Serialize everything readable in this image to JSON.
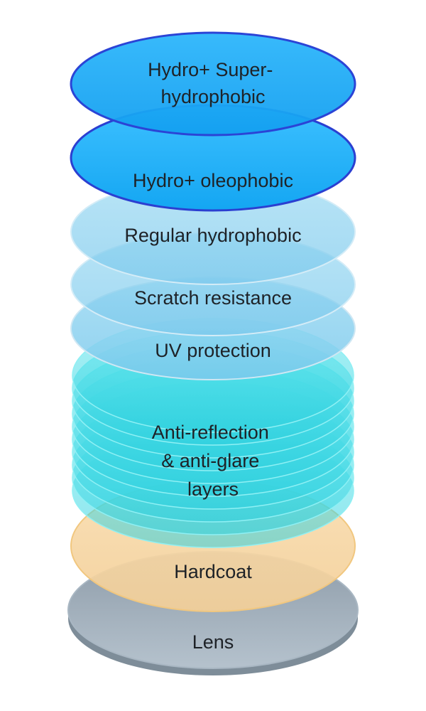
{
  "diagram": {
    "layers": [
      {
        "id": "lens",
        "label_lines": [
          "Lens"
        ],
        "color": "#9aa9b6"
      },
      {
        "id": "hardcoat",
        "label_lines": [
          "Hardcoat"
        ],
        "color": "#f7d9a8"
      },
      {
        "id": "anti_reflection",
        "label_lines": [
          "Anti-reflection",
          "& anti-glare",
          "layers"
        ],
        "color": "#3fdde6"
      },
      {
        "id": "uv",
        "label_lines": [
          "UV protection"
        ],
        "color": "#8dd2ee"
      },
      {
        "id": "scratch",
        "label_lines": [
          "Scratch resistance"
        ],
        "color": "#8dd2ee"
      },
      {
        "id": "regular_hydrophobic",
        "label_lines": [
          "Regular hydrophobic"
        ],
        "color": "#8dd2ee"
      },
      {
        "id": "oleophobic",
        "label_lines": [
          "Hydro+ oleophobic"
        ],
        "color": "#1fb1f5"
      },
      {
        "id": "superhydrophobic",
        "label_lines": [
          "Hydro+ Super-",
          "hydrophobic"
        ],
        "color": "#1fa8f3"
      }
    ]
  }
}
